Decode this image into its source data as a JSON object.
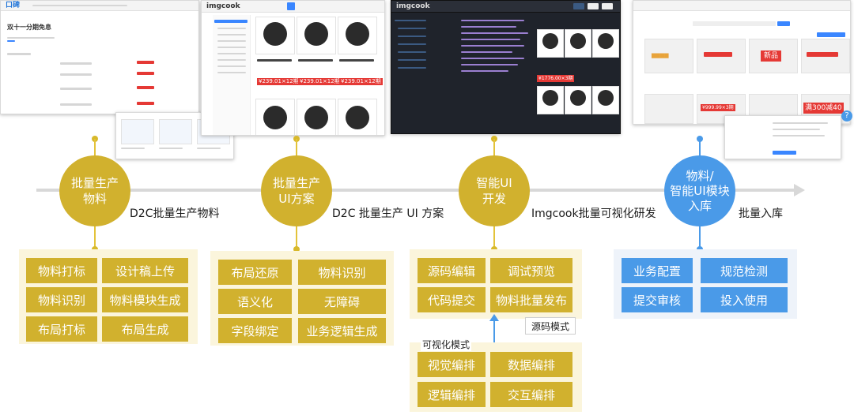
{
  "screens": {
    "s1": {
      "logo": "口碑",
      "title": "双十一分期免息"
    },
    "s2": {
      "logo": "imgcook",
      "price1": "¥239.01×12期",
      "price2": "¥239.01×12期",
      "price3": "¥239.01×12期"
    },
    "s3": {
      "logo": "imgcook",
      "price": "¥1776.00×3期"
    },
    "s4": {
      "tag1": "新品",
      "tag2": "满300减40",
      "price": "¥999.99×3期"
    }
  },
  "stages": [
    {
      "circle_line1": "批量生产",
      "circle_line2": "物料",
      "label": "D2C批量生产物料",
      "items": [
        "物料打标",
        "设计稿上传",
        "物料识别",
        "物料模块生成",
        "布局打标",
        "布局生成"
      ]
    },
    {
      "circle_line1": "批量生产",
      "circle_line2": "UI方案",
      "label": "D2C 批量生产 UI 方案",
      "items": [
        "布局还原",
        "物料识别",
        "语义化",
        "无障碍",
        "字段绑定",
        "业务逻辑生成"
      ]
    },
    {
      "circle_line1": "智能UI",
      "circle_line2": "开发",
      "label": "Imgcook批量可视化研发",
      "items": [
        "源码编辑",
        "调试预览",
        "代码提交",
        "物料批量发布"
      ],
      "source_mode": "源码模式",
      "visual_mode": "可视化模式",
      "visual_items": [
        "视觉编排",
        "数据编排",
        "逻辑编排",
        "交互编排"
      ]
    },
    {
      "circle_line1": "物料/",
      "circle_line2": "智能UI模块",
      "circle_line3": "入库",
      "label": "批量入库",
      "items": [
        "业务配置",
        "规范检测",
        "提交审核",
        "投入使用"
      ]
    }
  ],
  "colors": {
    "gold": "#d1b12e",
    "blue": "#4a9ae8",
    "panel_gold": "#fbf5dc",
    "panel_blue": "#eef3fa"
  }
}
